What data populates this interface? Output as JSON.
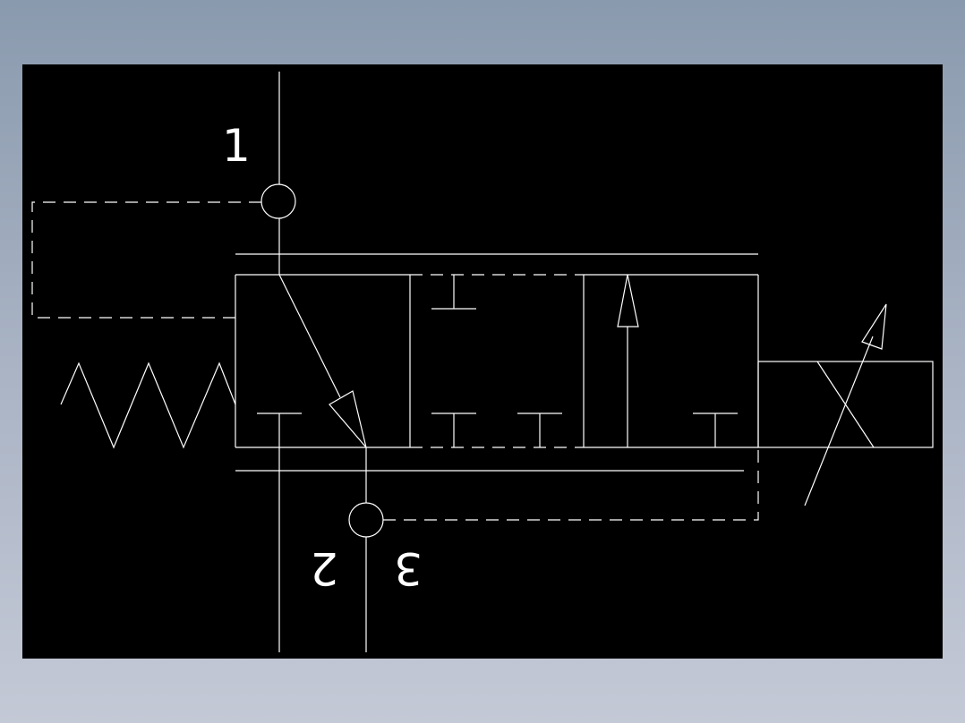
{
  "drawing": {
    "background": "#000000",
    "line_color": "#ffffff",
    "ports": {
      "port1": "1",
      "port2": "2",
      "port3": "3"
    }
  }
}
